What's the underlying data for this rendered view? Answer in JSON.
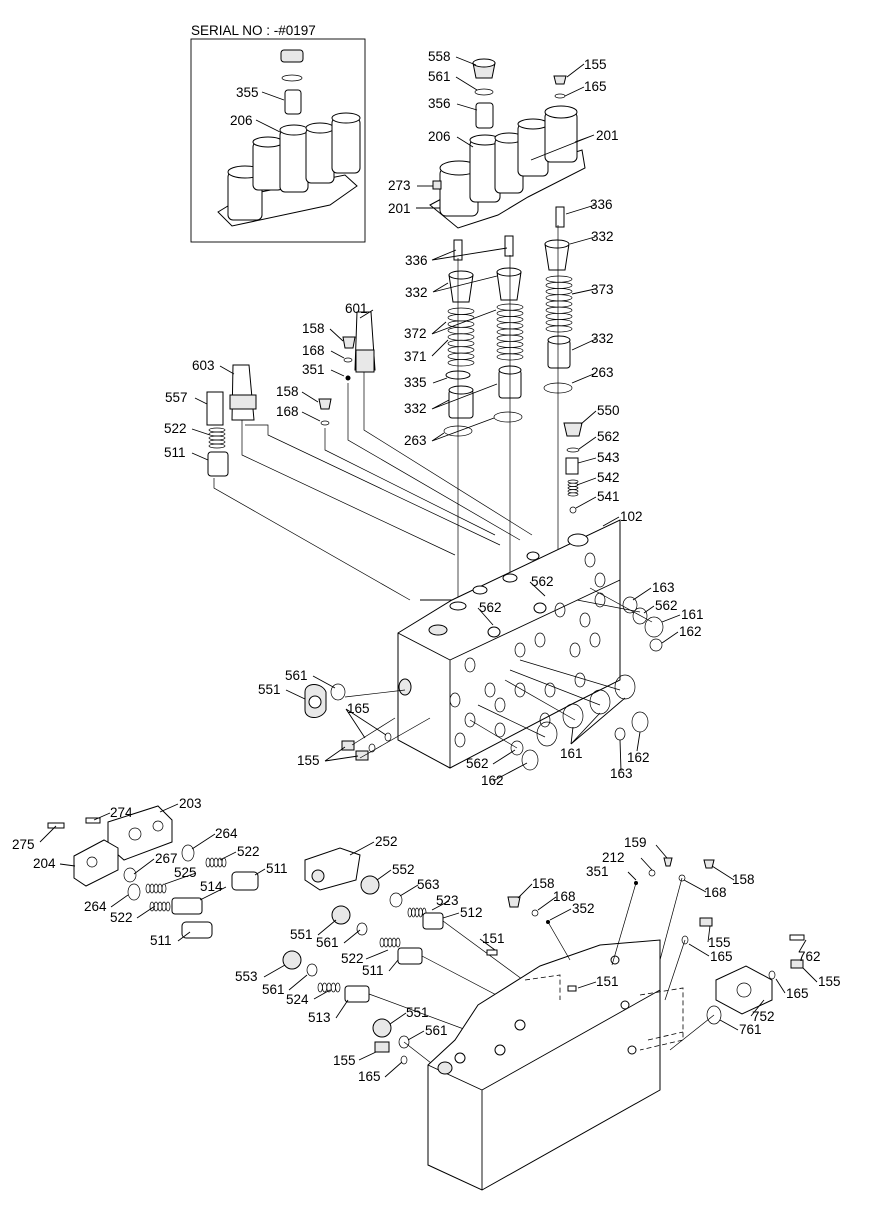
{
  "inset": {
    "serial_label": "SERIAL NO : -#0197"
  },
  "callouts": [
    {
      "id": "c355a",
      "text": "355"
    },
    {
      "id": "c206a",
      "text": "206"
    },
    {
      "id": "c558",
      "text": "558"
    },
    {
      "id": "c561a",
      "text": "561"
    },
    {
      "id": "c356",
      "text": "356"
    },
    {
      "id": "c206b",
      "text": "206"
    },
    {
      "id": "c155a",
      "text": "155"
    },
    {
      "id": "c165a",
      "text": "165"
    },
    {
      "id": "c201a",
      "text": "201"
    },
    {
      "id": "c273",
      "text": "273"
    },
    {
      "id": "c201b",
      "text": "201"
    },
    {
      "id": "c336a",
      "text": "336"
    },
    {
      "id": "c336b",
      "text": "336"
    },
    {
      "id": "c332a",
      "text": "332"
    },
    {
      "id": "c332b",
      "text": "332"
    },
    {
      "id": "c373",
      "text": "373"
    },
    {
      "id": "c601",
      "text": "601"
    },
    {
      "id": "c158a",
      "text": "158"
    },
    {
      "id": "c168a",
      "text": "168"
    },
    {
      "id": "c372",
      "text": "372"
    },
    {
      "id": "c371",
      "text": "371"
    },
    {
      "id": "c332c",
      "text": "332"
    },
    {
      "id": "c351a",
      "text": "351"
    },
    {
      "id": "c603",
      "text": "603"
    },
    {
      "id": "c335",
      "text": "335"
    },
    {
      "id": "c263a",
      "text": "263"
    },
    {
      "id": "c557",
      "text": "557"
    },
    {
      "id": "c158b",
      "text": "158"
    },
    {
      "id": "c332d",
      "text": "332"
    },
    {
      "id": "c550",
      "text": "550"
    },
    {
      "id": "c168b",
      "text": "168"
    },
    {
      "id": "c522a",
      "text": "522"
    },
    {
      "id": "c562a",
      "text": "562"
    },
    {
      "id": "c263b",
      "text": "263"
    },
    {
      "id": "c543",
      "text": "543"
    },
    {
      "id": "c511a",
      "text": "511"
    },
    {
      "id": "c542",
      "text": "542"
    },
    {
      "id": "c541",
      "text": "541"
    },
    {
      "id": "c102",
      "text": "102"
    },
    {
      "id": "c562b",
      "text": "562"
    },
    {
      "id": "c163a",
      "text": "163"
    },
    {
      "id": "c562c",
      "text": "562"
    },
    {
      "id": "c562d",
      "text": "562"
    },
    {
      "id": "c161a",
      "text": "161"
    },
    {
      "id": "c162a",
      "text": "162"
    },
    {
      "id": "c561b",
      "text": "561"
    },
    {
      "id": "c551a",
      "text": "551"
    },
    {
      "id": "c165b",
      "text": "165"
    },
    {
      "id": "c155b",
      "text": "155"
    },
    {
      "id": "c161b",
      "text": "161"
    },
    {
      "id": "c162b",
      "text": "162"
    },
    {
      "id": "c562e",
      "text": "562"
    },
    {
      "id": "c163b",
      "text": "163"
    },
    {
      "id": "c162c",
      "text": "162"
    },
    {
      "id": "c274",
      "text": "274"
    },
    {
      "id": "c203",
      "text": "203"
    },
    {
      "id": "c275",
      "text": "275"
    },
    {
      "id": "c264a",
      "text": "264"
    },
    {
      "id": "c252",
      "text": "252"
    },
    {
      "id": "c204",
      "text": "204"
    },
    {
      "id": "c522b",
      "text": "522"
    },
    {
      "id": "c267",
      "text": "267"
    },
    {
      "id": "c511b",
      "text": "511"
    },
    {
      "id": "c525",
      "text": "525"
    },
    {
      "id": "c514",
      "text": "514"
    },
    {
      "id": "c264b",
      "text": "264"
    },
    {
      "id": "c522c",
      "text": "522"
    },
    {
      "id": "c511c",
      "text": "511"
    },
    {
      "id": "c159",
      "text": "159"
    },
    {
      "id": "c212",
      "text": "212"
    },
    {
      "id": "c351b",
      "text": "351"
    },
    {
      "id": "c158c",
      "text": "158"
    },
    {
      "id": "c168c",
      "text": "168"
    },
    {
      "id": "c552",
      "text": "552"
    },
    {
      "id": "c563",
      "text": "563"
    },
    {
      "id": "c158d",
      "text": "158"
    },
    {
      "id": "c168d",
      "text": "168"
    },
    {
      "id": "c352",
      "text": "352"
    },
    {
      "id": "c523",
      "text": "523"
    },
    {
      "id": "c512",
      "text": "512"
    },
    {
      "id": "c551b",
      "text": "551"
    },
    {
      "id": "c561c",
      "text": "561"
    },
    {
      "id": "c151a",
      "text": "151"
    },
    {
      "id": "c155c",
      "text": "155"
    },
    {
      "id": "c522d",
      "text": "522"
    },
    {
      "id": "c165c",
      "text": "165"
    },
    {
      "id": "c762",
      "text": "762"
    },
    {
      "id": "c511d",
      "text": "511"
    },
    {
      "id": "c553",
      "text": "553"
    },
    {
      "id": "c151b",
      "text": "151"
    },
    {
      "id": "c155d",
      "text": "155"
    },
    {
      "id": "c561d",
      "text": "561"
    },
    {
      "id": "c165d",
      "text": "165"
    },
    {
      "id": "c524",
      "text": "524"
    },
    {
      "id": "c752",
      "text": "752"
    },
    {
      "id": "c513",
      "text": "513"
    },
    {
      "id": "c551c",
      "text": "551"
    },
    {
      "id": "c561e",
      "text": "561"
    },
    {
      "id": "c761",
      "text": "761"
    },
    {
      "id": "c155e",
      "text": "155"
    },
    {
      "id": "c165e",
      "text": "165"
    }
  ]
}
